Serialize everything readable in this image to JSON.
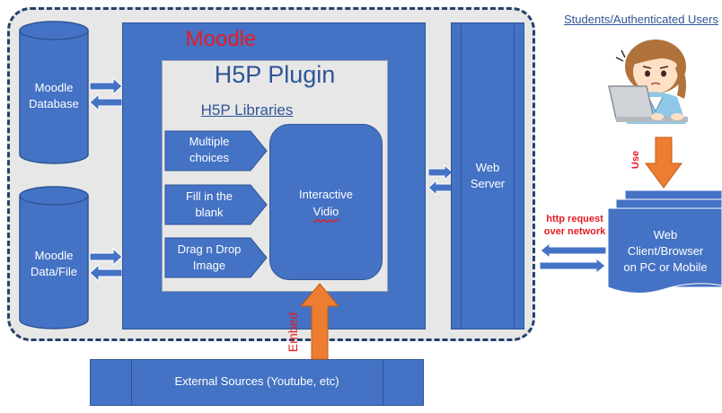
{
  "moodle": {
    "title": "Moodle",
    "plugin_title": "H5P Plugin",
    "libraries_title": "H5P Libraries",
    "content_types": [
      {
        "line1": "Multiple",
        "line2": "choices"
      },
      {
        "line1": "Fill in the",
        "line2": "blank"
      },
      {
        "line1": "Drag n Drop",
        "line2": "Image"
      }
    ],
    "interactive": {
      "line1": "Interactive",
      "line2": "Vidio"
    }
  },
  "storage": {
    "database": {
      "line1": "Moodle",
      "line2": "Database"
    },
    "files": {
      "line1": "Moodle",
      "line2": "Data/File"
    }
  },
  "web_server": {
    "line1": "Web",
    "line2": "Server"
  },
  "external": {
    "label": "External Sources (Youtube, etc)",
    "embed_label": "Embed"
  },
  "client": {
    "students_label": "Students/Authenticated Users",
    "use_label": "Use",
    "http_line1": "http request",
    "http_line2": "over network",
    "line1": "Web",
    "line2": "Client/Browser",
    "line3": "on PC or Mobile"
  },
  "colors": {
    "box_blue": "#4472c4",
    "dark_blue": "#2f5597",
    "arrow_orange": "#ed7d31",
    "label_red": "#e51c23",
    "boundary_gray": "#e7e7e7"
  }
}
